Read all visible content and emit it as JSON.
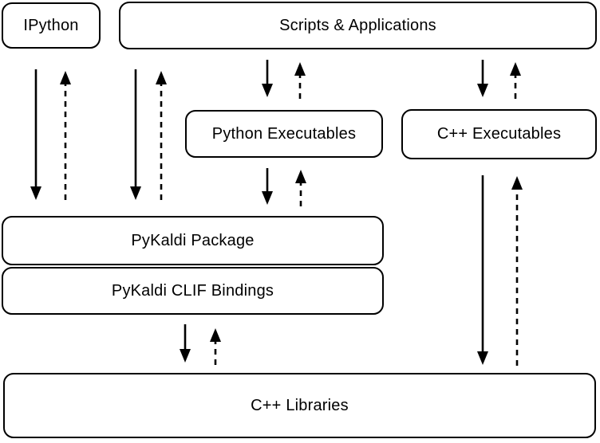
{
  "colors": {
    "background": "#ffffff",
    "box_fill": "#ffffff",
    "box_border": "#000000",
    "arrow": "#000000",
    "text": "#000000"
  },
  "nodes": {
    "ipython": {
      "label": "IPython"
    },
    "scripts_and_applications": {
      "label": "Scripts & Applications"
    },
    "python_executables": {
      "label": "Python Executables"
    },
    "cpp_executables": {
      "label": "C++ Executables"
    },
    "pykaldi_package": {
      "label": "PyKaldi Package"
    },
    "pykaldi_clif_bindings": {
      "label": "PyKaldi CLIF Bindings"
    },
    "cpp_libraries": {
      "label": "C++ Libraries"
    }
  },
  "edges": [
    {
      "from": "ipython",
      "to": "pykaldi_package",
      "style": "solid",
      "direction": "down"
    },
    {
      "from": "pykaldi_package",
      "to": "ipython",
      "style": "dashed",
      "direction": "up"
    },
    {
      "from": "scripts_and_applications",
      "to": "pykaldi_package",
      "style": "solid",
      "direction": "down"
    },
    {
      "from": "pykaldi_package",
      "to": "scripts_and_applications",
      "style": "dashed",
      "direction": "up"
    },
    {
      "from": "scripts_and_applications",
      "to": "python_executables",
      "style": "solid",
      "direction": "down"
    },
    {
      "from": "python_executables",
      "to": "scripts_and_applications",
      "style": "dashed",
      "direction": "up"
    },
    {
      "from": "scripts_and_applications",
      "to": "cpp_executables",
      "style": "solid",
      "direction": "down"
    },
    {
      "from": "cpp_executables",
      "to": "scripts_and_applications",
      "style": "dashed",
      "direction": "up"
    },
    {
      "from": "python_executables",
      "to": "pykaldi_package",
      "style": "solid",
      "direction": "down"
    },
    {
      "from": "pykaldi_package",
      "to": "python_executables",
      "style": "dashed",
      "direction": "up"
    },
    {
      "from": "cpp_executables",
      "to": "cpp_libraries",
      "style": "solid",
      "direction": "down"
    },
    {
      "from": "cpp_libraries",
      "to": "cpp_executables",
      "style": "dashed",
      "direction": "up"
    },
    {
      "from": "pykaldi_clif_bindings",
      "to": "cpp_libraries",
      "style": "solid",
      "direction": "down"
    },
    {
      "from": "cpp_libraries",
      "to": "pykaldi_clif_bindings",
      "style": "dashed",
      "direction": "up"
    }
  ]
}
